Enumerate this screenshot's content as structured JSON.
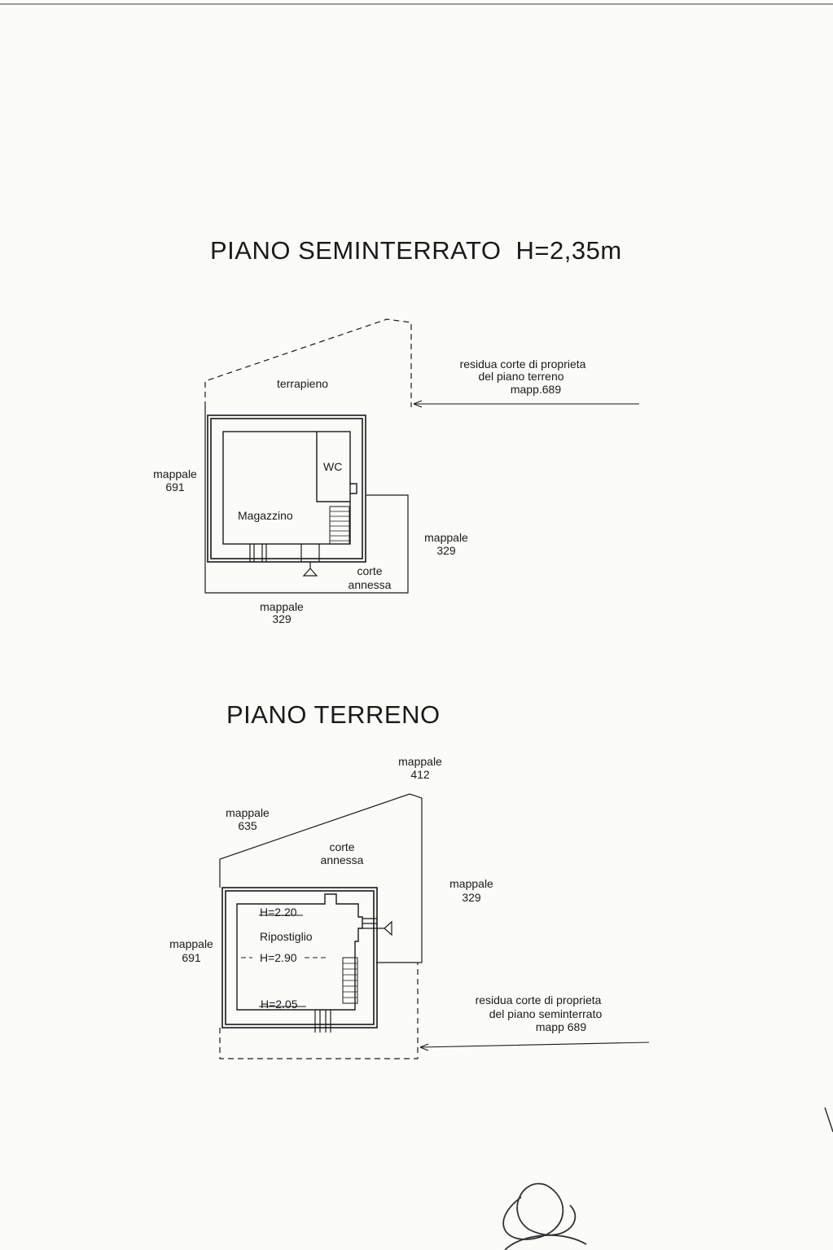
{
  "semi": {
    "title": "PIANO SEMINTERRATO",
    "height": "H=2,35m",
    "terrapieno": "terrapieno",
    "wc": "WC",
    "magazzino": "Magazzino",
    "mappale_left": [
      "mappale",
      "691"
    ],
    "mappale_right": [
      "mappale",
      "329"
    ],
    "mappale_bottom": [
      "mappale",
      "329"
    ],
    "corte": [
      "corte",
      "annessa"
    ],
    "note": [
      "residua corte di proprieta",
      "del piano terreno",
      "mapp.689"
    ]
  },
  "terreno": {
    "title": "PIANO TERRENO",
    "mappale_top": [
      "mappale",
      "412"
    ],
    "mappale_topleft": [
      "mappale",
      "635"
    ],
    "corte": [
      "corte",
      "annessa"
    ],
    "mappale_right": [
      "mappale",
      "329"
    ],
    "mappale_left": [
      "mappale",
      "691"
    ],
    "ripostiglio": "Ripostiglio",
    "h_top": "H=2.20",
    "h_mid": "H=2.90",
    "h_bottom": "H=2.05",
    "note": [
      "residua corte di proprieta",
      "del piano seminterrato",
      "mapp 689"
    ]
  }
}
